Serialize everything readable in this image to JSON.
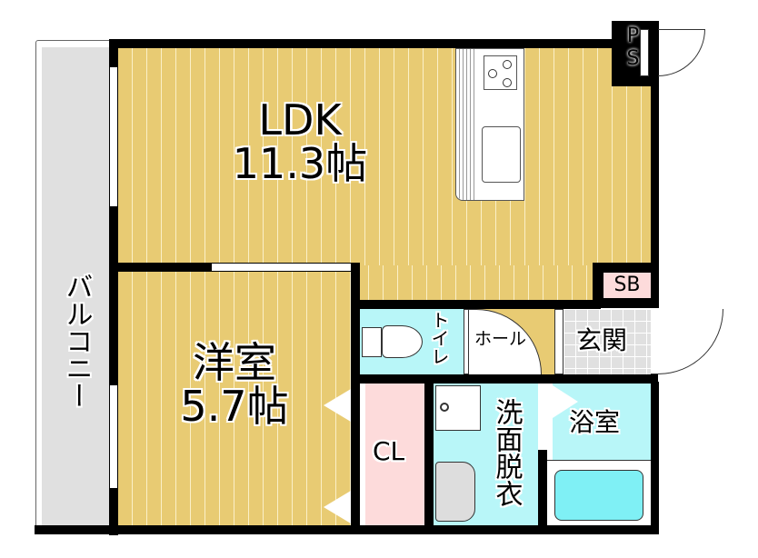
{
  "floorplan": {
    "rooms": {
      "ldk": {
        "name": "LDK",
        "size": "11.3帖"
      },
      "western": {
        "name": "洋室",
        "size": "5.7帖"
      },
      "balcony": {
        "name": "バルコニー"
      },
      "closet": {
        "name": "CL"
      },
      "toilet": {
        "name": "トイレ"
      },
      "hall": {
        "name": "ホール"
      },
      "entrance": {
        "name": "玄関"
      },
      "washroom": {
        "name": "洗面脱衣"
      },
      "bath": {
        "name": "浴室"
      },
      "shoebox": {
        "name": "SB"
      },
      "pipe_space": {
        "name": "PS"
      }
    },
    "colors": {
      "wood_floor": "#e8cb73",
      "wet_area": "#b8f6f8",
      "closet": "#fddbdb",
      "balcony": "#e0e0e0",
      "wall": "#000000",
      "bathtub": "#7ff0f5"
    }
  }
}
